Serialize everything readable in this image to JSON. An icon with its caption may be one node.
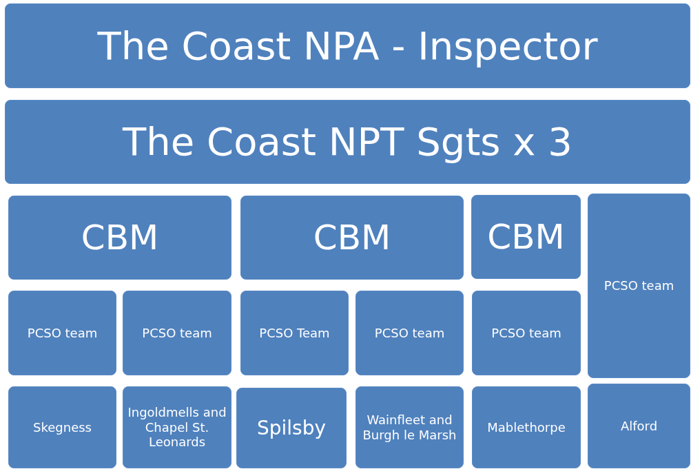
{
  "diagram": {
    "nodes": [
      {
        "text": [
          "The Coast NPA - Inspector"
        ]
      },
      {
        "text": [
          "The Coast NPT Sgts x 3"
        ]
      },
      {
        "text": [
          "CBM"
        ]
      },
      {
        "text": [
          "CBM"
        ]
      },
      {
        "text": [
          "CBM"
        ]
      },
      {
        "text": [
          "PCSO team"
        ]
      },
      {
        "text": [
          "PCSO team"
        ]
      },
      {
        "text": [
          "PCSO team"
        ]
      },
      {
        "text": [
          "PCSO Team"
        ]
      },
      {
        "text": [
          "PCSO team"
        ]
      },
      {
        "text": [
          "PCSO team"
        ]
      },
      {
        "text": [
          "Skegness"
        ]
      },
      {
        "text": [
          "Ingoldmells and Chapel St. Leonards"
        ]
      },
      {
        "text": [
          "Spilsby"
        ]
      },
      {
        "text": [
          "Wainfleet and Burgh le Marsh"
        ]
      },
      {
        "text": [
          "Mablethorpe"
        ]
      },
      {
        "text": [
          "Alford"
        ]
      }
    ]
  }
}
